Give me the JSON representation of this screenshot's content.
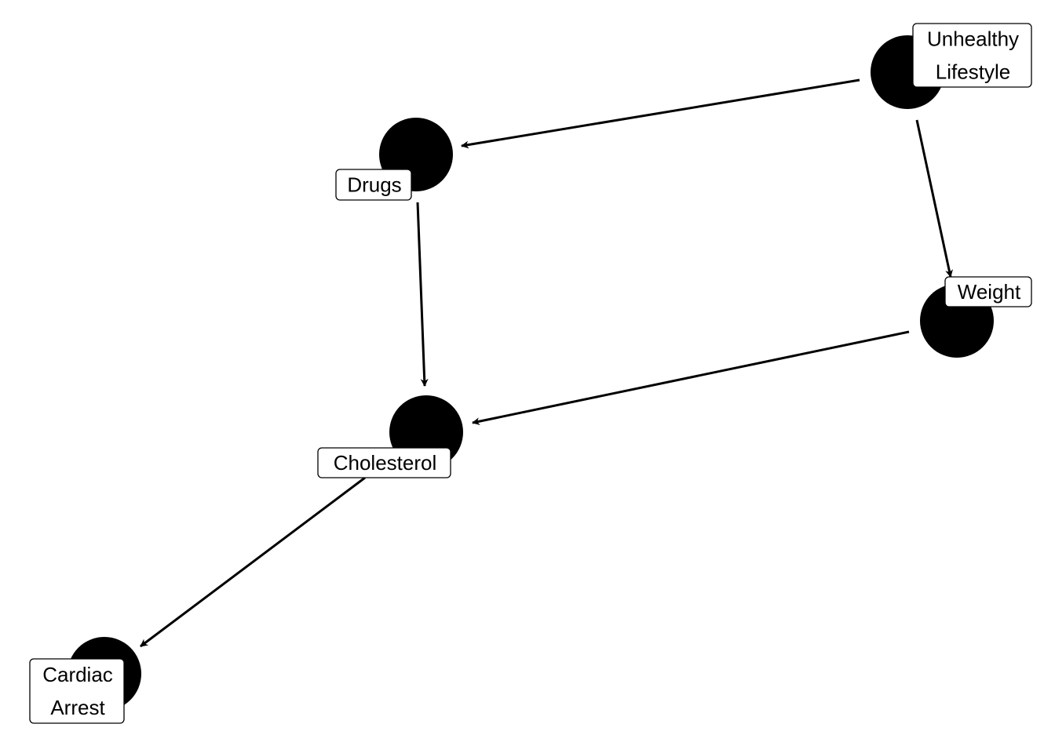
{
  "diagram": {
    "type": "directed-acyclic-graph",
    "node_color": "#000000",
    "edge_color": "#000000",
    "nodes": [
      {
        "id": "unhealthy_lifestyle",
        "label_lines": [
          "Unhealthy",
          "Lifestyle"
        ]
      },
      {
        "id": "drugs",
        "label_lines": [
          "Drugs"
        ]
      },
      {
        "id": "weight",
        "label_lines": [
          "Weight"
        ]
      },
      {
        "id": "cholesterol",
        "label_lines": [
          "Cholesterol"
        ]
      },
      {
        "id": "cardiac_arrest",
        "label_lines": [
          "Cardiac",
          "Arrest"
        ]
      }
    ],
    "edges": [
      {
        "from": "unhealthy_lifestyle",
        "to": "drugs"
      },
      {
        "from": "unhealthy_lifestyle",
        "to": "weight"
      },
      {
        "from": "drugs",
        "to": "cholesterol"
      },
      {
        "from": "weight",
        "to": "cholesterol"
      },
      {
        "from": "cholesterol",
        "to": "cardiac_arrest"
      }
    ]
  }
}
